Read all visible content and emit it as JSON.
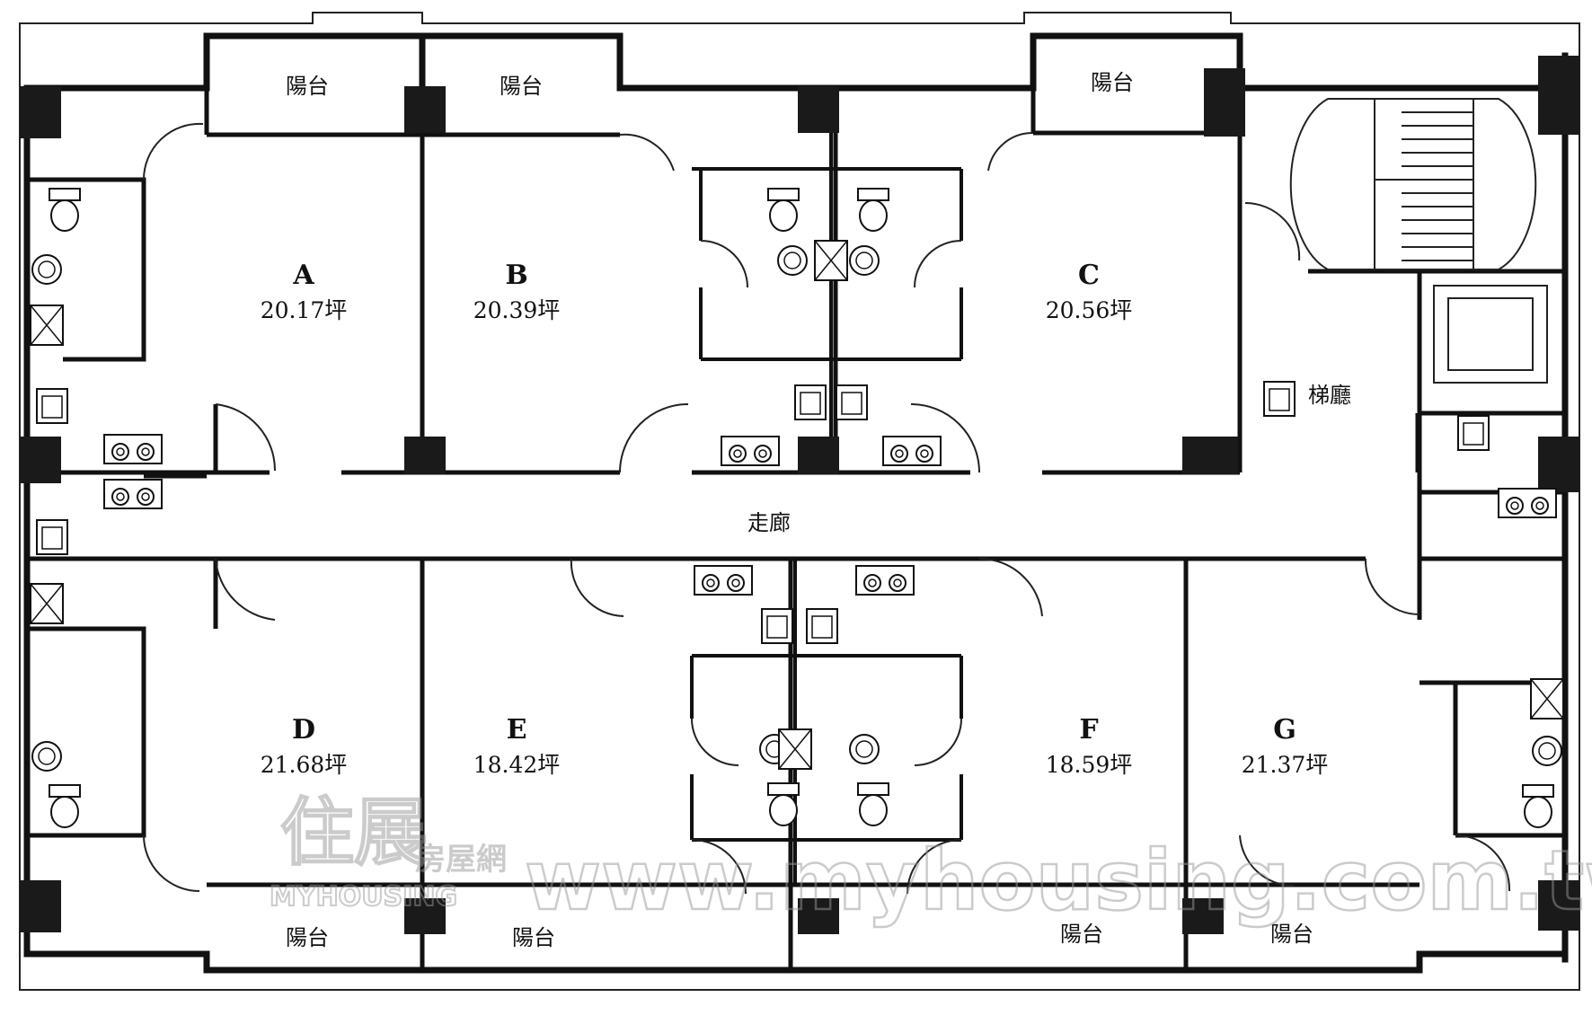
{
  "units": [
    {
      "id": "A",
      "letter": "A",
      "area": "20.17坪"
    },
    {
      "id": "B",
      "letter": "B",
      "area": "20.39坪"
    },
    {
      "id": "C",
      "letter": "C",
      "area": "20.56坪"
    },
    {
      "id": "D",
      "letter": "D",
      "area": "21.68坪"
    },
    {
      "id": "E",
      "letter": "E",
      "area": "18.42坪"
    },
    {
      "id": "F",
      "letter": "F",
      "area": "18.59坪"
    },
    {
      "id": "G",
      "letter": "G",
      "area": "21.37坪"
    }
  ],
  "rooms": {
    "balcony": "陽台",
    "corridor": "走廊",
    "elevator_hall": "梯廳"
  },
  "watermark": {
    "logo_text": "住展",
    "brand_cn": "房屋網",
    "brand_en": "MYHOUSING",
    "url": "www.myhousing.com.tw"
  }
}
